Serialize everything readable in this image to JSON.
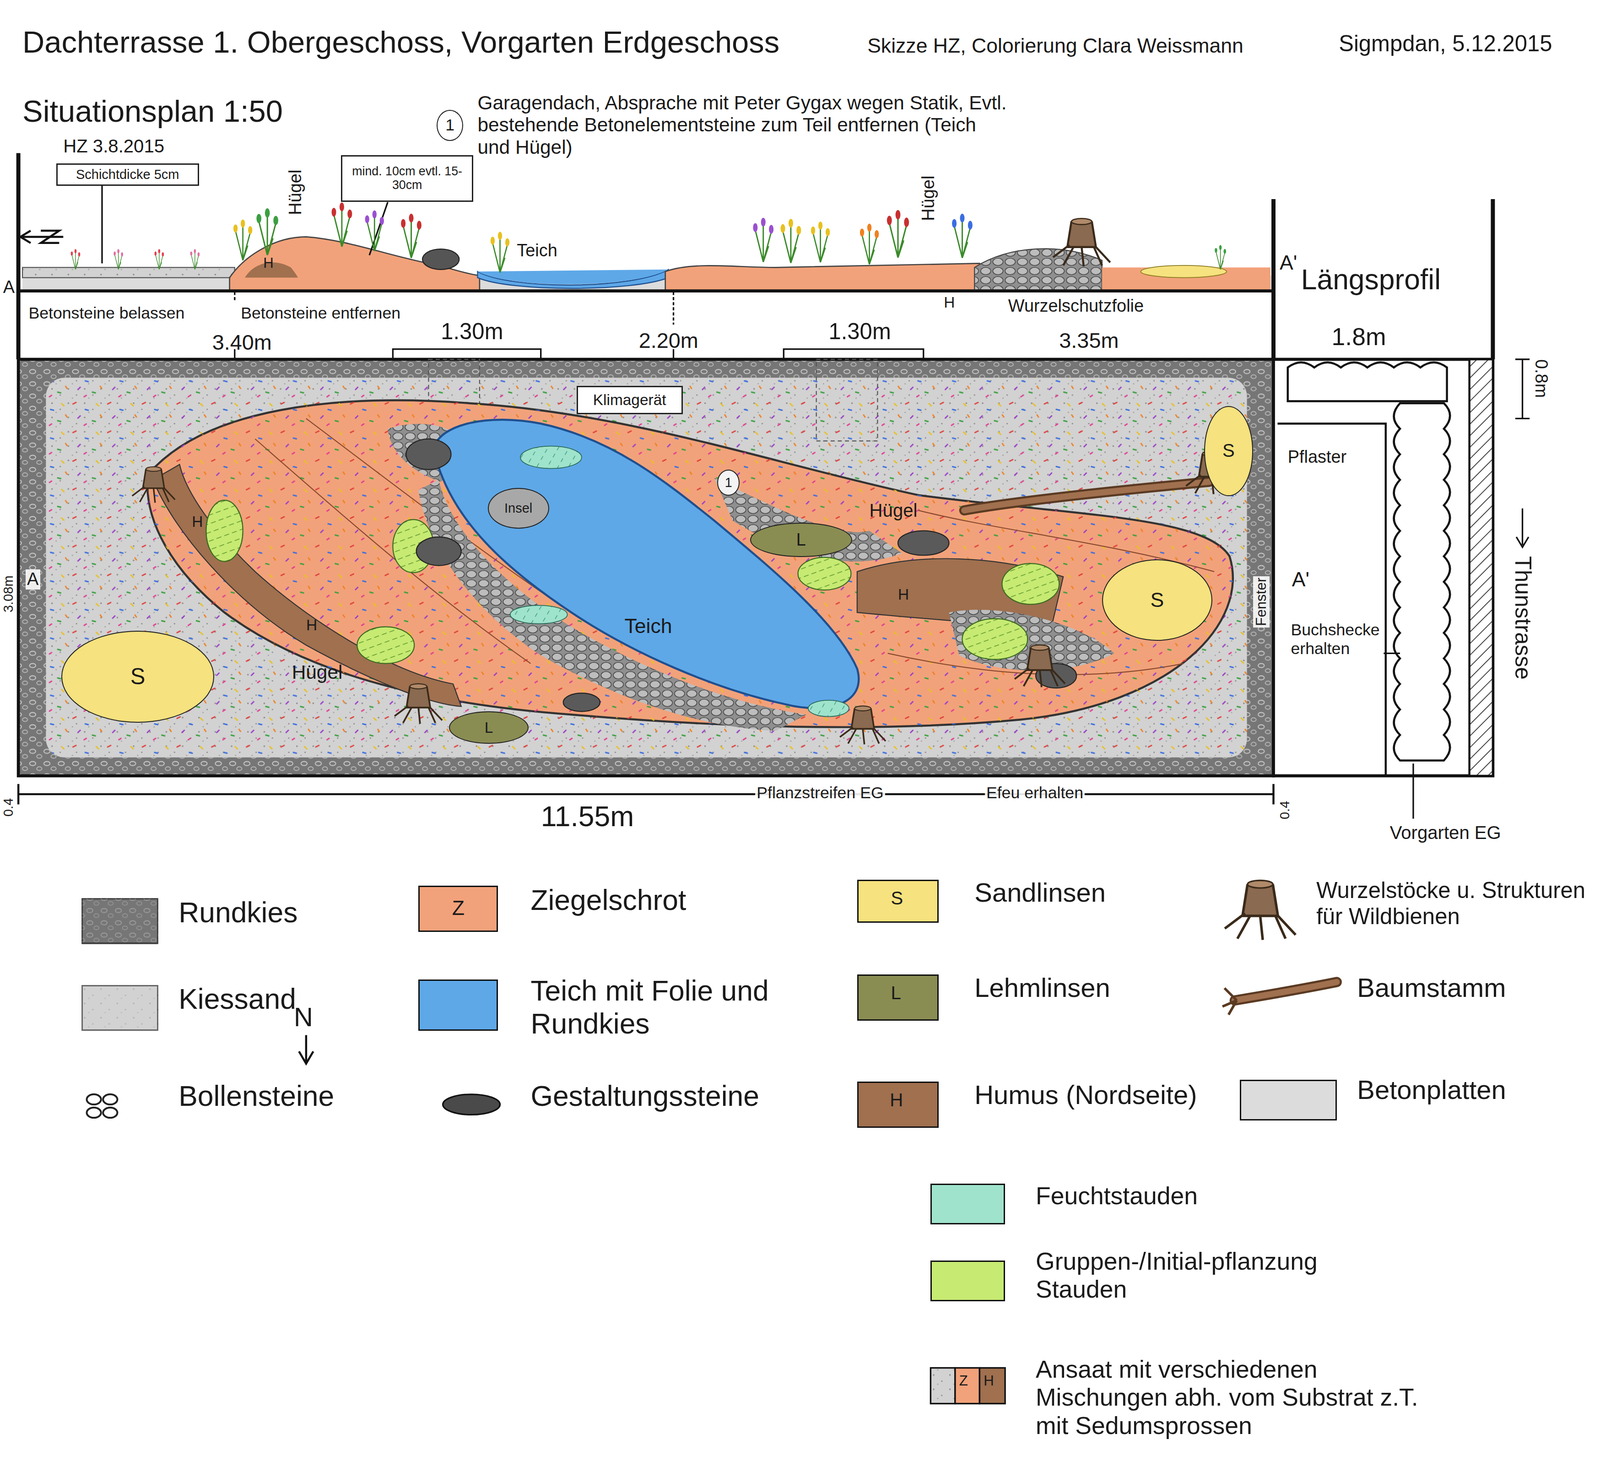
{
  "diagram": {
    "title": "Dachterrasse 1. Obergeschoss, Vorgarten Erdgeschoss",
    "nodes": [
      {
        "text": [
          "Schichtdicke 5cm"
        ]
      },
      {
        "text": [
          "mind. 10cm evtl. 15-30cm"
        ]
      },
      {
        "text": [
          "1"
        ]
      },
      {
        "text": [
          "Klimagerät"
        ]
      },
      {
        "text": [
          "S"
        ]
      },
      {
        "text": [
          "1"
        ]
      },
      {
        "text": [
          "Insel"
        ]
      },
      {
        "text": [
          "L"
        ]
      },
      {
        "text": [
          "S"
        ]
      },
      {
        "text": [
          "S"
        ]
      },
      {
        "text": [
          "L"
        ]
      }
    ],
    "labels": [
      "Skizze HZ, Colorierung Clara Weissmann",
      "Sigmpdan, 5.12.2015",
      "Situationsplan 1:50",
      "HZ 3.8.2015",
      "Garagendach, Absprache mit Peter Gygax wegen Statik, Evtl. bestehende Betonelementsteine zum Teil entfernen (Teich und Hügel)",
      "Hügel",
      "Teich",
      "Hügel",
      "H",
      "H",
      "A",
      "A'",
      "Längsprofil",
      "Betonsteine belassen",
      "Betonsteine entfernen",
      "Wurzelschutzfolie",
      "3.40m",
      "1.30m",
      "2.20m",
      "1.30m",
      "3.35m",
      "1.8m",
      "0.8m",
      "3.08m",
      "A",
      "A'",
      "Teich",
      "Hügel",
      "Hügel",
      "H",
      "H",
      "H",
      "Pflaster",
      "Fenster",
      "Buchshecke erhalten",
      "Thunstrasse",
      "11.55m",
      "Pflanzstreifen EG",
      "Efeu erhalten",
      "0.4",
      "0.4",
      "Vorgarten EG",
      "N",
      "Z",
      "S",
      "L",
      "H",
      "Z",
      "H"
    ],
    "legend": [
      {
        "text": "Rundkies",
        "color": "#767676"
      },
      {
        "text": "Kiessand",
        "color": "#d2d2d2"
      },
      {
        "text": "Bollensteine"
      },
      {
        "text": "Ziegelschrot",
        "color": "#f2a27a"
      },
      {
        "text": "Teich mit Folie und Rundkies",
        "color": "#5ea8e8"
      },
      {
        "text": "Gestaltungssteine"
      },
      {
        "text": "Sandlinsen",
        "color": "#f6e27e"
      },
      {
        "text": "Lehmlinsen",
        "color": "#8a8d52"
      },
      {
        "text": "Humus (Nordseite)",
        "color": "#a0704f"
      },
      {
        "text": "Wurzelstöcke u. Strukturen für Wildbienen"
      },
      {
        "text": "Baumstamm"
      },
      {
        "text": "Betonplatten",
        "color": "#dcdcdc"
      },
      {
        "text": "Feuchtstauden",
        "color": "#9fe3cc"
      },
      {
        "text": "Gruppen-/Initial-pflanzung Stauden",
        "color": "#c6ea72"
      },
      {
        "text": "Ansaat mit verschiedenen Mischungen abh. vom Substrat z.T. mit Sedumsprossen"
      }
    ]
  }
}
